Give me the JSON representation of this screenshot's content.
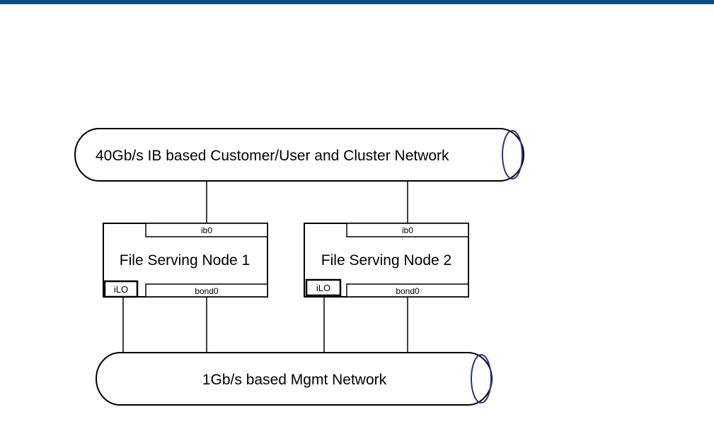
{
  "colors": {
    "top_bar": "#0a4b8c",
    "pipe_end_ring": "#2a3580",
    "stroke": "#000000"
  },
  "networks": {
    "customer": {
      "label": "40Gb/s IB based Customer/User and Cluster Network"
    },
    "mgmt": {
      "label": "1Gb/s based Mgmt Network"
    }
  },
  "nodes": [
    {
      "label": "File Serving Node 1",
      "ib_port": "ib0",
      "bond_port": "bond0",
      "ilo": "iLO"
    },
    {
      "label": "File Serving Node 2",
      "ib_port": "ib0",
      "bond_port": "bond0",
      "ilo": "iLO"
    }
  ]
}
